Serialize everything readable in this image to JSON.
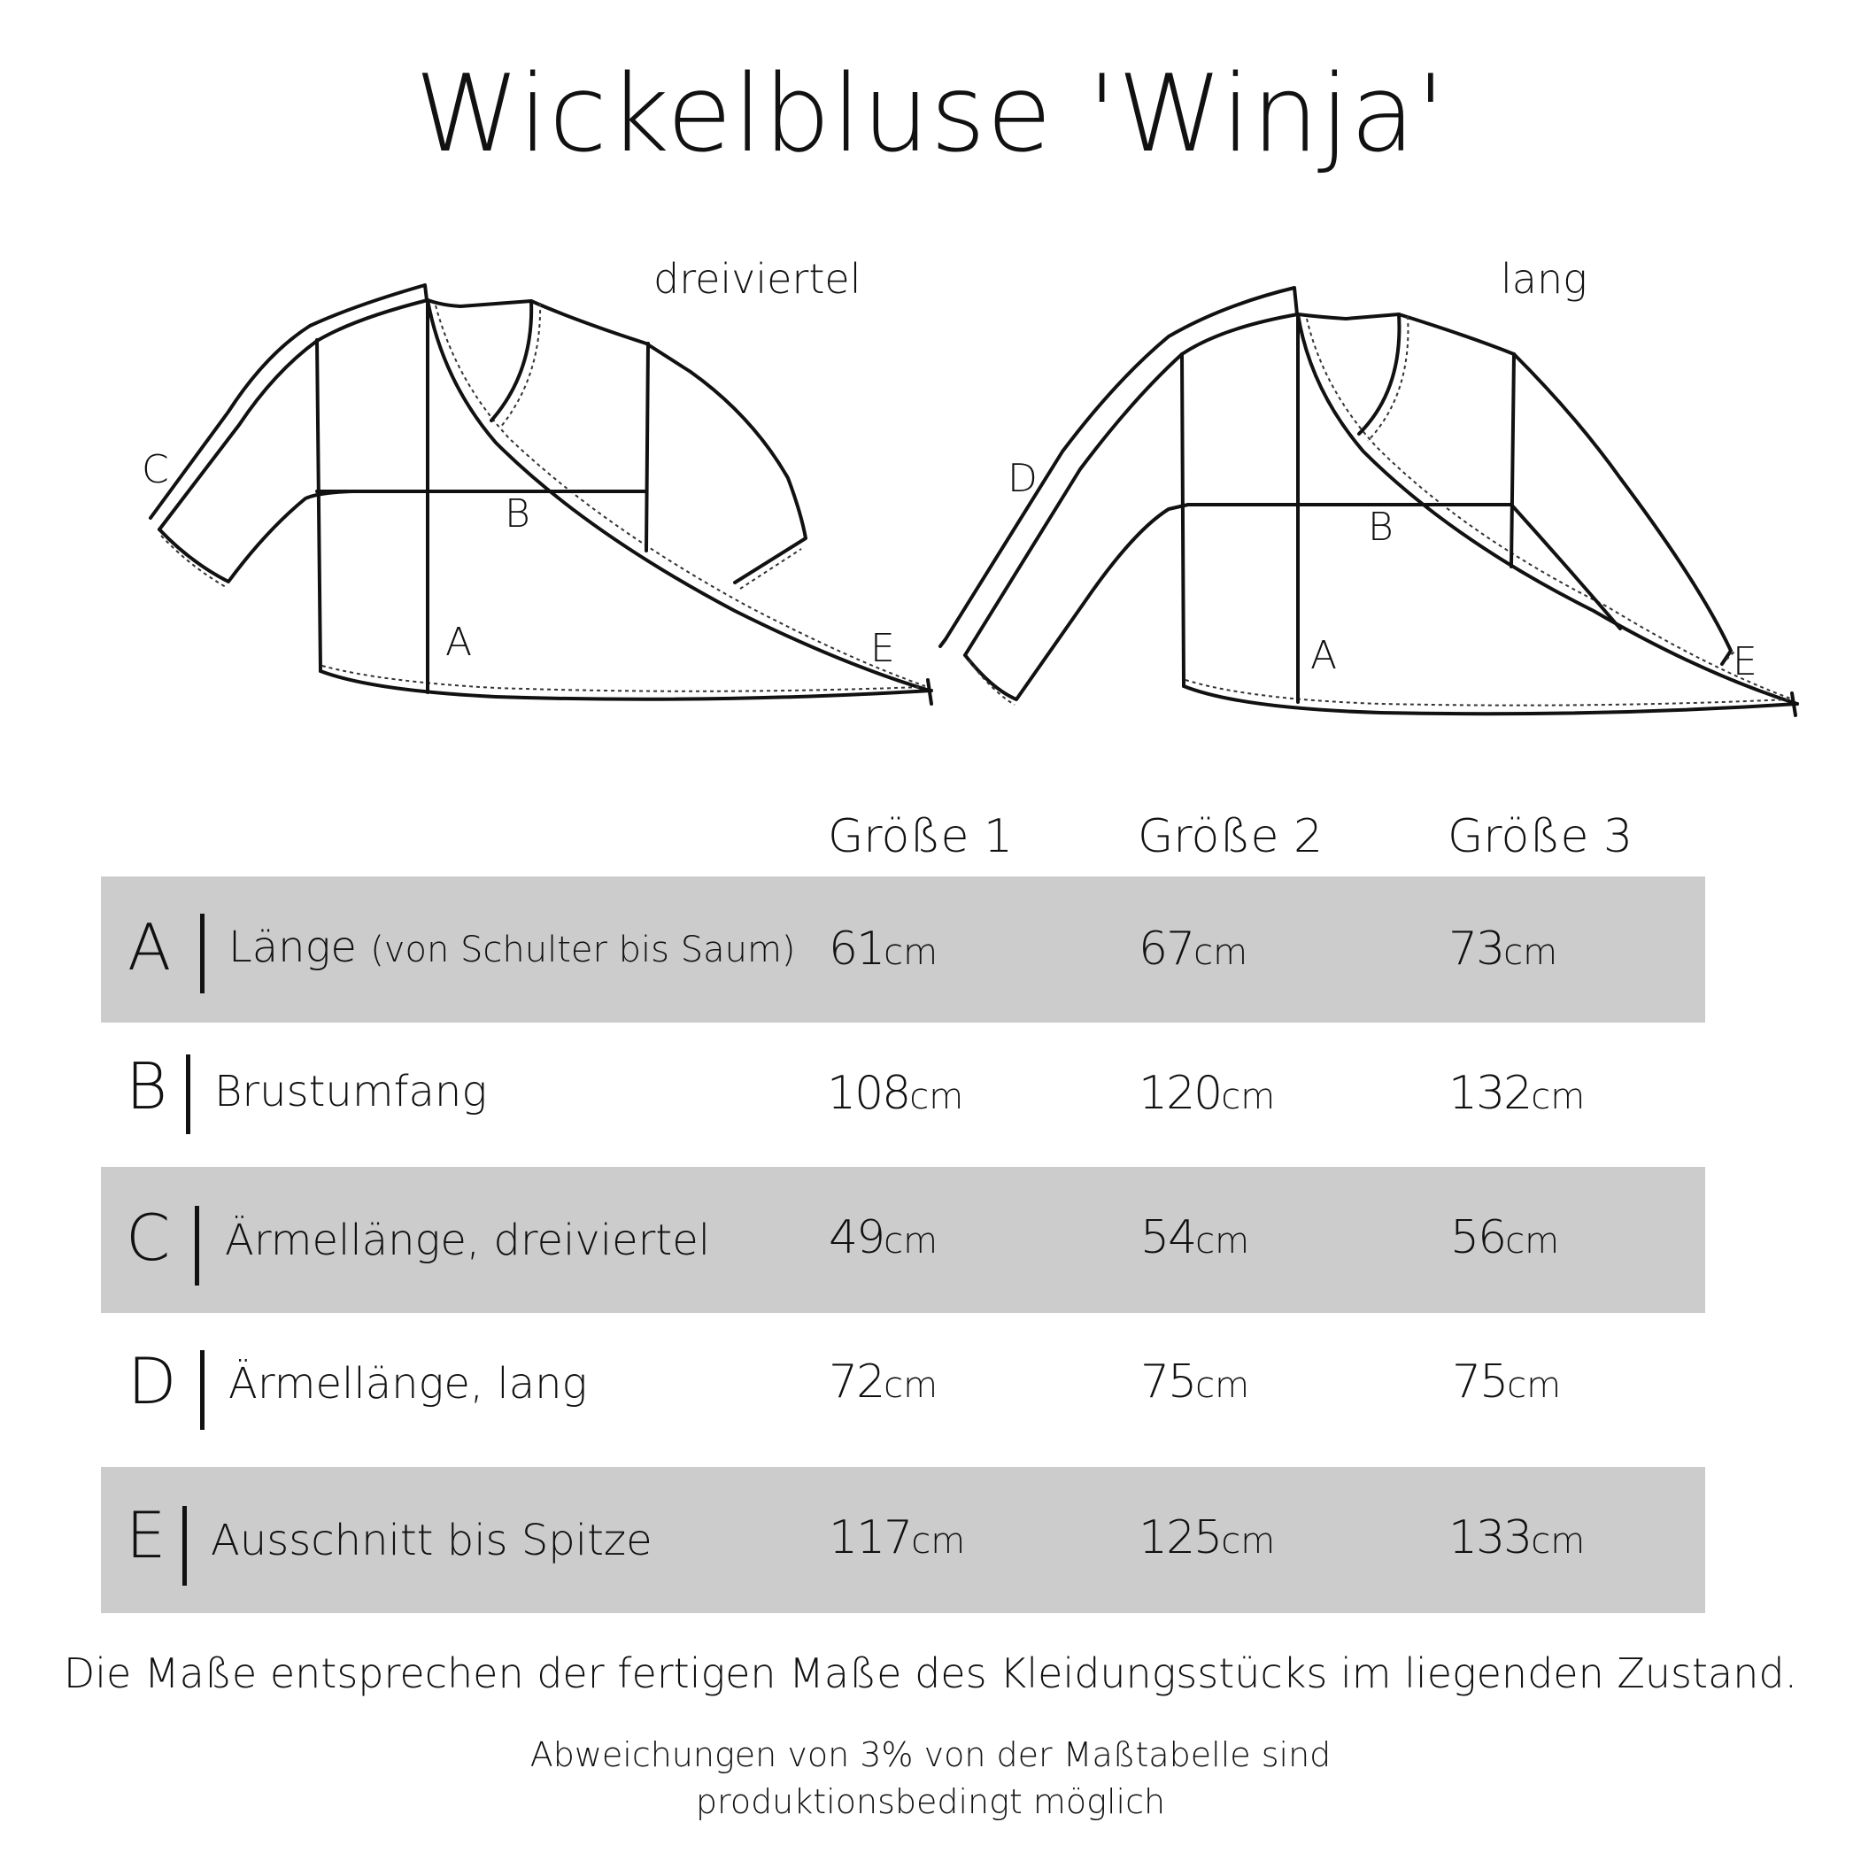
{
  "title": "Wickelbluse 'Winja'",
  "garments": {
    "left": {
      "label": "dreiviertel",
      "markers": {
        "sleeve": "C",
        "bust": "B",
        "length": "A",
        "tip": "E"
      }
    },
    "right": {
      "label": "lang",
      "markers": {
        "sleeve": "D",
        "bust": "B",
        "length": "A",
        "tip": "E"
      }
    }
  },
  "table": {
    "columns": [
      "Größe 1",
      "Größe 2",
      "Größe 3"
    ],
    "unit": "cm",
    "rows": [
      {
        "letter": "A",
        "label": "Länge",
        "note": "(von Schulter bis Saum)",
        "values": [
          "61",
          "67",
          "73"
        ],
        "shaded": true
      },
      {
        "letter": "B",
        "label": "Brustumfang",
        "note": "",
        "values": [
          "108",
          "120",
          "132"
        ],
        "shaded": false
      },
      {
        "letter": "C",
        "label": "Ärmellänge, dreiviertel",
        "note": "",
        "values": [
          "49",
          "54",
          "56"
        ],
        "shaded": true
      },
      {
        "letter": "D",
        "label": "Ärmellänge, lang",
        "note": "",
        "values": [
          "72",
          "75",
          "75"
        ],
        "shaded": false
      },
      {
        "letter": "E",
        "label": "Ausschnitt bis Spitze",
        "note": "",
        "values": [
          "117",
          "125",
          "133"
        ],
        "shaded": true
      }
    ]
  },
  "footnotes": {
    "main": "Die Maße entsprechen der fertigen Maße des Kleidungsstücks im liegenden Zustand.",
    "line1": "Abweichungen von 3% von der Maßtabelle sind",
    "line2": "produktionsbedingt möglich"
  }
}
